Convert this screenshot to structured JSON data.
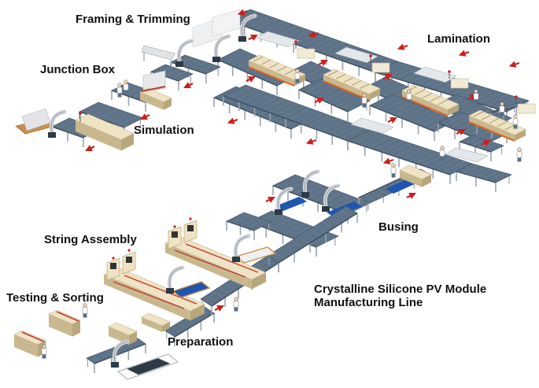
{
  "diagram": {
    "title_line1": "Crystalline Silicone PV Module",
    "title_line2": "Manufacturing Line",
    "stages": [
      {
        "id": "framing",
        "label": "Framing & Trimming"
      },
      {
        "id": "junction",
        "label": "Junction Box"
      },
      {
        "id": "simulation",
        "label": "Simulation"
      },
      {
        "id": "lamination",
        "label": "Lamination"
      },
      {
        "id": "busing",
        "label": "Busing"
      },
      {
        "id": "string",
        "label": "String Assembly"
      },
      {
        "id": "testing",
        "label": "Testing & Sorting"
      },
      {
        "id": "preparation",
        "label": "Preparation"
      }
    ],
    "colors": {
      "conveyor": "#5f7388",
      "conveyor_dark": "#4a5d70",
      "conveyor_stripe": "#8295a8",
      "leg": "#9aa3ad",
      "flow_arrow": "#cc1f1f",
      "machine_body": "#eee3c4",
      "machine_shadow": "#c9b88e",
      "glass_panel": "#e4e7ea",
      "blue_panel": "#1f56b0",
      "accent_red": "#c0392b",
      "text": "#111111"
    }
  }
}
